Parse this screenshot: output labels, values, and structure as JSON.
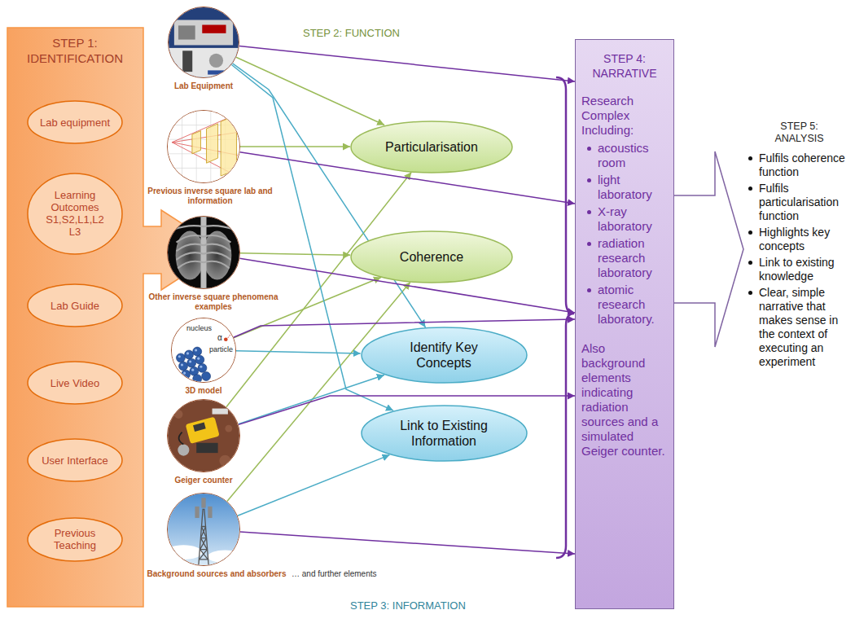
{
  "diagram": {
    "nodes": [
      {
        "text": [
          "STEP 1: IDENTIFICATION"
        ]
      },
      {
        "text": [
          "Lab equipment"
        ],
        "in": 0
      },
      {
        "text": [
          "Learning Outcomes S1,S2,L1,L2 L3"
        ],
        "in": 0
      },
      {
        "text": [
          "Lab Guide"
        ],
        "in": 0
      },
      {
        "text": [
          "Live Video"
        ],
        "in": 0
      },
      {
        "text": [
          "User Interface"
        ],
        "in": 0
      },
      {
        "text": [
          "Previous Teaching"
        ],
        "in": 0
      },
      {
        "text": [
          "Lab Equipment"
        ]
      },
      {
        "text": [
          "Previous inverse square lab and information"
        ]
      },
      {
        "text": [
          "Other inverse square phenomena examples"
        ]
      },
      {
        "text": [
          "3D model"
        ]
      },
      {
        "text": [
          "Geiger counter"
        ]
      },
      {
        "text": [
          "Background sources and absorbers"
        ]
      },
      {
        "text": [
          "Particularisation"
        ]
      },
      {
        "text": [
          "Coherence"
        ]
      },
      {
        "text": [
          "Identify Key Concepts"
        ]
      },
      {
        "text": [
          "Link to Existing Information"
        ]
      },
      {
        "text": [
          "STEP 4: NARRATIVE",
          "Research Complex Including:",
          "acoustics room",
          "light laboratory",
          "X-ray laboratory",
          "radiation research laboratory",
          "atomic research laboratory.",
          "Also background elements indicating radiation sources and a simulated Geiger counter."
        ]
      },
      {
        "text": [
          "STEP 5: ANALYSIS",
          "Fulfils coherence function",
          "Fulfils particularisation function",
          "Highlights key concepts",
          "Link to existing knowledge",
          "Clear, simple narrative that makes sense in the context of executing an experiment"
        ]
      }
    ],
    "edges": [
      {
        "from": 7,
        "to": 13,
        "arrow": "to"
      },
      {
        "from": 8,
        "to": 13,
        "arrow": "to"
      },
      {
        "from": 9,
        "to": 14,
        "arrow": "to"
      },
      {
        "from": 10,
        "to": 14,
        "arrow": "to"
      },
      {
        "from": 11,
        "to": 13,
        "arrow": "to"
      },
      {
        "from": 12,
        "to": 14,
        "arrow": "to"
      },
      {
        "from": 7,
        "to": 15,
        "arrow": "to"
      },
      {
        "from": 7,
        "to": 16,
        "arrow": "to"
      },
      {
        "from": 10,
        "to": 15,
        "arrow": "to"
      },
      {
        "from": 11,
        "to": 15,
        "arrow": "to"
      },
      {
        "from": 12,
        "to": 16,
        "arrow": "to"
      },
      {
        "from": 7,
        "to": 17,
        "arrow": "to"
      },
      {
        "from": 8,
        "to": 17,
        "arrow": "to"
      },
      {
        "from": 9,
        "to": 17,
        "arrow": "to"
      },
      {
        "from": 10,
        "to": 17,
        "arrow": "to"
      },
      {
        "from": 11,
        "to": 17,
        "arrow": "to"
      },
      {
        "from": 12,
        "to": 17,
        "arrow": "to"
      }
    ],
    "labels": [
      "STEP 2: FUNCTION",
      "STEP 3: INFORMATION",
      "nucleus",
      "α",
      "particle",
      "… and further elements"
    ]
  }
}
